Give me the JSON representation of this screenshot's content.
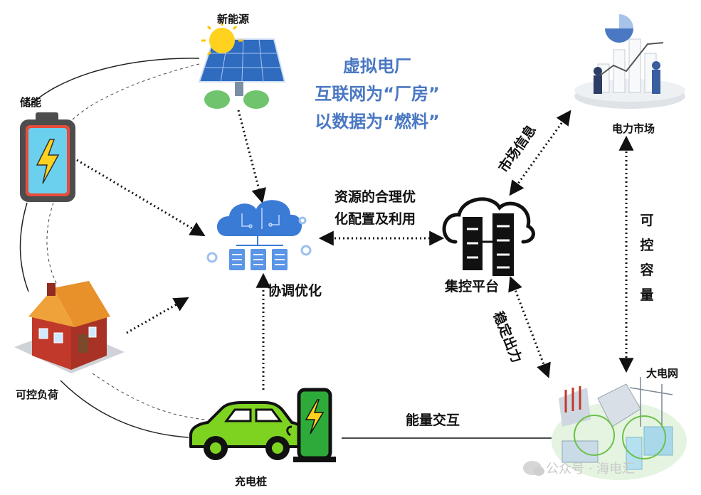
{
  "nodes": {
    "solar": "新能源",
    "storage": "储能",
    "load": "可控负荷",
    "charger": "充电桩",
    "market": "电力市场",
    "grid": "大电网",
    "platform": "集控平台"
  },
  "slogan": {
    "line1": "虚拟电厂",
    "line2": "互联网为“厂房”",
    "line3": "以数据为“燃料”"
  },
  "edges": {
    "coordinate": "协调优化",
    "allocation_line1": "资源的合理优",
    "allocation_line2": "化配置及利用",
    "market_info": "市场信息",
    "stable_output": "稳定出力",
    "controllable_capacity": "可控容量",
    "energy_exchange": "能量交互"
  },
  "watermark": "公众号 · 海电汇",
  "colors": {
    "slogan": "#4a78c2",
    "cloud": "#3a7bd5",
    "battery_frame": "#4d4d4d",
    "battery_fill": "#6ad0ee",
    "car": "#7ed321",
    "charger": "#2eaa3a",
    "house_wall": "#c0392b",
    "house_roof": "#f0a23a",
    "platform": "#111111"
  }
}
